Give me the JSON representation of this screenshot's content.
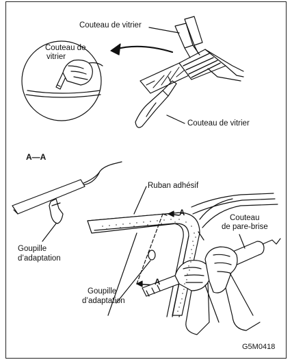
{
  "labels": {
    "knife_top_right": "Couteau de vitrier",
    "knife_circle_line1": "Couteau de",
    "knife_circle_line2": "vitrier",
    "knife_mid_right": "Couteau de vitrier",
    "section": "A—A",
    "tape": "Ruban adhésif",
    "windshield_knife_line1": "Couteau",
    "windshield_knife_line2": "de pare-brise",
    "pin_left_line1": "Goupille",
    "pin_left_line2": "d’adaptation",
    "pin_center_line1": "Goupille",
    "pin_center_line2": "d’adaptation",
    "section_marker_top": "A",
    "section_marker_bottom": "A",
    "figure_code": "G5M0418"
  }
}
